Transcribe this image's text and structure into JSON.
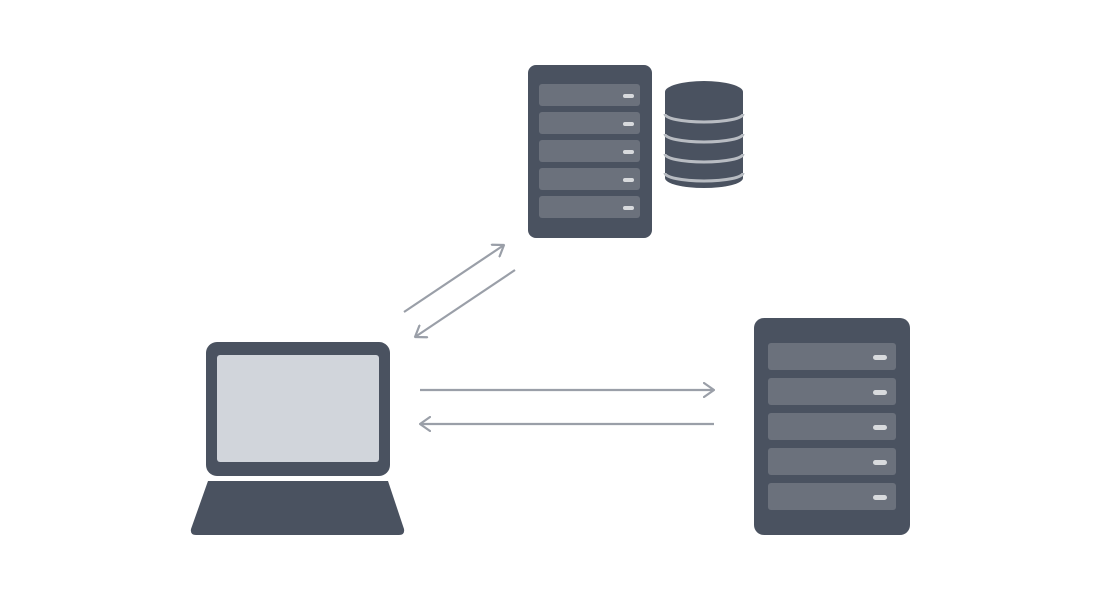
{
  "colors": {
    "background": "#ffffff",
    "device_body": "#4a5260",
    "rack_slot": "#6b717c",
    "slot_led": "#d8dadd",
    "screen": "#d1d5db",
    "db_stripe": "#b8bcc2",
    "arrow": "#9a9fa8"
  },
  "nodes": [
    {
      "id": "laptop",
      "icon": "laptop-icon"
    },
    {
      "id": "server-top",
      "icon": "server-icon",
      "slots": 5
    },
    {
      "id": "database",
      "icon": "database-icon",
      "discs": 4
    },
    {
      "id": "server-right",
      "icon": "server-icon",
      "slots": 5
    }
  ],
  "connections": [
    {
      "from": "laptop",
      "to": "server-top",
      "bidirectional": true
    },
    {
      "from": "laptop",
      "to": "server-right",
      "bidirectional": true
    }
  ]
}
